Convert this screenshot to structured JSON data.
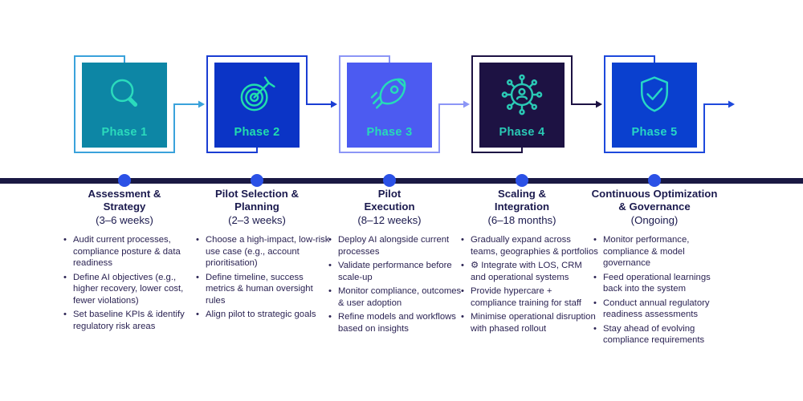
{
  "diagram": {
    "timeline_bar_color": "#1A1943",
    "dot_color": "#2B51E6",
    "heading_color": "#1B1A4E",
    "body_color": "#2B2353",
    "background_color": "#FFFFFF"
  },
  "phases": [
    {
      "label": "Phase 1",
      "icon": "magnifier-icon",
      "fill_color": "#0D86A5",
      "outline_color": "#3AA2DB",
      "accent_color": "#2BDBBC",
      "wrap": "top",
      "title_lines": [
        "Assessment &",
        "Strategy"
      ],
      "duration": "(3–6 weeks)",
      "bullets": [
        "Audit current processes, compliance posture & data readiness",
        "Define AI objectives (e.g., higher recovery, lower cost, fewer violations)",
        "Set baseline KPIs & identify regulatory risk areas"
      ]
    },
    {
      "label": "Phase 2",
      "icon": "target-icon",
      "fill_color": "#0B34C6",
      "outline_color": "#1A3DD3",
      "accent_color": "#21DEAD",
      "wrap": "bottom",
      "title_lines": [
        "Pilot Selection &",
        "Planning"
      ],
      "duration": "(2–3 weeks)",
      "bullets": [
        "Choose a high-impact, low-risk use case (e.g., account prioritisation)",
        "Define timeline, success metrics & human oversight rules",
        "Align pilot to strategic goals"
      ]
    },
    {
      "label": "Phase 3",
      "icon": "rocket-icon",
      "fill_color": "#4C5BF1",
      "outline_color": "#8C96F6",
      "accent_color": "#26DBB9",
      "wrap": "top",
      "title_lines": [
        "Pilot",
        "Execution"
      ],
      "duration": "(8–12 weeks)",
      "bullets": [
        "Deploy AI alongside current processes",
        "Validate performance before scale-up",
        "Monitor compliance, outcomes & user adoption",
        "Refine models and workflows based on insights"
      ]
    },
    {
      "label": "Phase 4",
      "icon": "network-user-icon",
      "fill_color": "#1D1243",
      "outline_color": "#1D1243",
      "accent_color": "#2AC9B5",
      "wrap": "bottom",
      "title_lines": [
        "Scaling &",
        "Integration"
      ],
      "duration": "(6–18 months)",
      "bullets": [
        "Gradually expand across teams, geographies & portfolios",
        "⚙ Integrate with LOS, CRM and operational systems",
        "Provide hypercare + compliance training for staff",
        "Minimise operational disruption with phased rollout"
      ]
    },
    {
      "label": "Phase 5",
      "icon": "shield-check-icon",
      "fill_color": "#0A40CF",
      "outline_color": "#1E49DC",
      "accent_color": "#27D7C5",
      "wrap": "top",
      "title_lines": [
        "Continuous Optimization",
        "& Governance"
      ],
      "duration": "(Ongoing)",
      "bullets": [
        "Monitor performance, compliance & model governance",
        "Feed operational learnings back into the system",
        "Conduct annual regulatory readiness assessments",
        "Stay ahead of evolving compliance requirements"
      ]
    }
  ]
}
